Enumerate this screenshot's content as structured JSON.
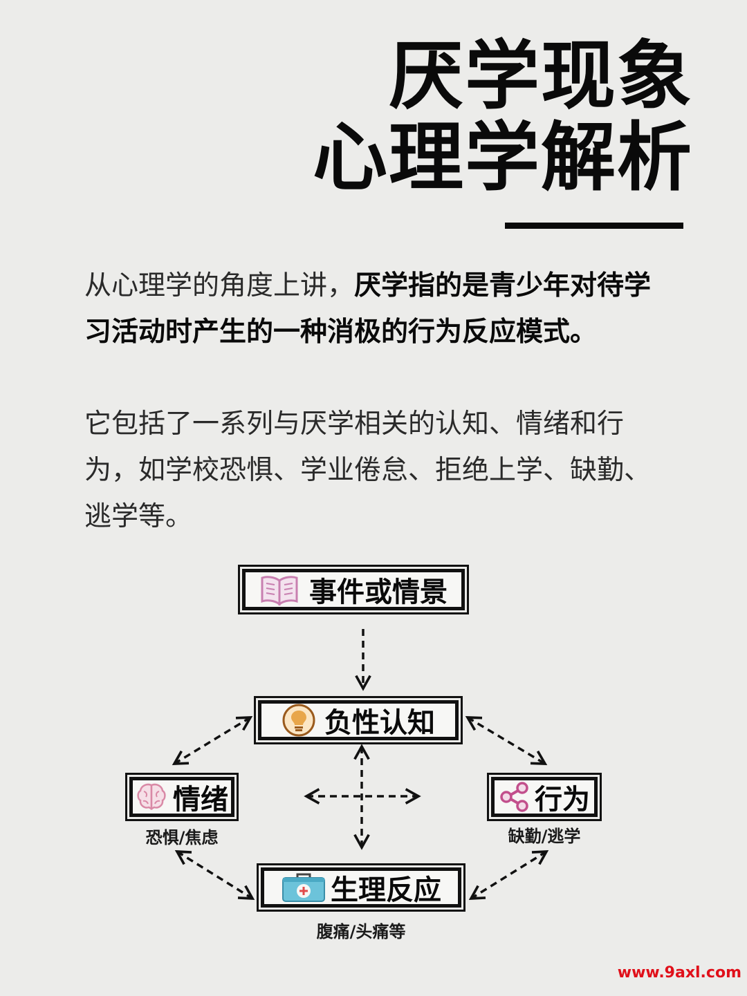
{
  "title": {
    "line1": "厌学现象",
    "line2": "心理学解析"
  },
  "paragraph1": {
    "normal": "从心理学的角度上讲，",
    "bold": "厌学指的是青少年对待学习活动时产生的一种消极的行为反应模式。"
  },
  "paragraph2": "它包括了一系列与厌学相关的认知、情绪和行为，如学校恐惧、学业倦怠、拒绝上学、缺勤、逃学等。",
  "diagram": {
    "event": {
      "label": "事件或情景",
      "icon": "book-icon"
    },
    "cognition": {
      "label": "负性认知",
      "icon": "lightbulb-icon"
    },
    "emotion": {
      "label": "情绪",
      "icon": "brain-icon",
      "note": "恐惧/焦虑"
    },
    "behavior": {
      "label": "行为",
      "icon": "share-icon",
      "note": "缺勤/逃学"
    },
    "physiology": {
      "label": "生理反应",
      "icon": "first-aid-kit-icon",
      "note": "腹痛/头痛等"
    }
  },
  "watermark": "www.9axl.com",
  "colors": {
    "book": "#c87fb0",
    "bulb": "#e8a64a",
    "brain": "#d989a6",
    "share": "#c24f8c",
    "kit": "#6cc3da"
  }
}
